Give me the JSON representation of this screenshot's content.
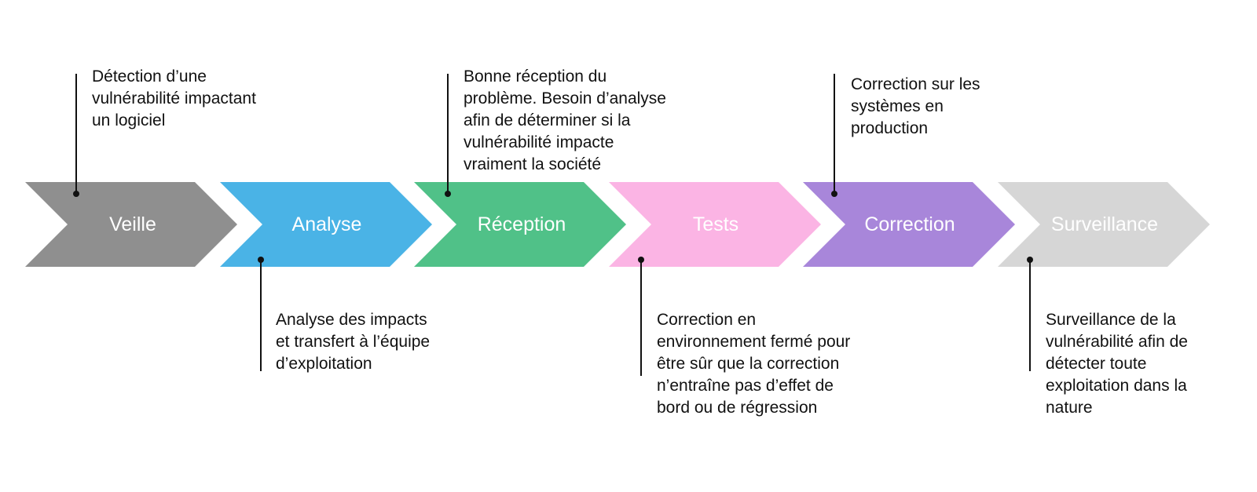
{
  "steps": [
    {
      "label": "Veille",
      "color": "#8f8f8f",
      "description": "Détection d’une\nvulnérabilité impactant\nun logiciel"
    },
    {
      "label": "Analyse",
      "color": "#4ab3e6",
      "description": "Analyse des impacts\net transfert à l’équipe\nd’exploitation"
    },
    {
      "label": "Réception",
      "color": "#50c188",
      "description": "Bonne réception du\nproblème. Besoin d’analyse\nafin de déterminer si la\nvulnérabilité impacte\nvraiment la société"
    },
    {
      "label": "Tests",
      "color": "#fbb4e4",
      "description": "Correction en\nenvironnement fermé pour\nêtre sûr que la correction\nn’entraîne pas d’effet de\nbord ou de régression"
    },
    {
      "label": "Correction",
      "color": "#a886da",
      "description": "Correction sur les\nsystèmes en\nproduction"
    },
    {
      "label": "Surveillance",
      "color": "#d6d6d6",
      "description": "Surveillance de la\nvulnérabilité afin de\ndétecter toute\nexploitation dans la\nnature"
    }
  ]
}
